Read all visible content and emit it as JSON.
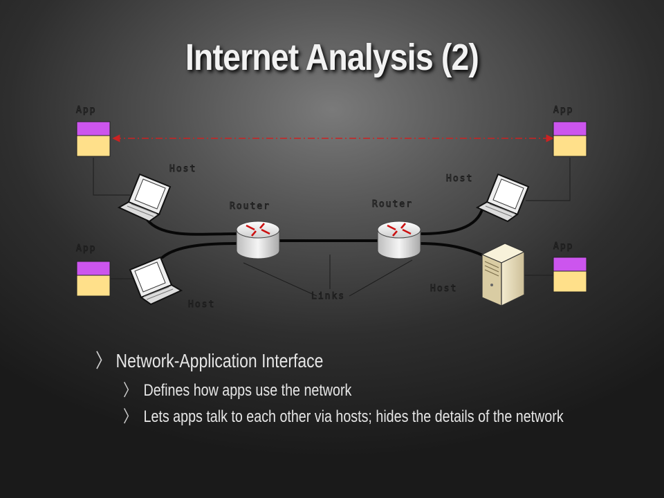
{
  "title": "Internet Analysis (2)",
  "diagram": {
    "labels": {
      "app_top_left": "App",
      "app_top_right": "App",
      "app_bottom_left": "App",
      "app_bottom_right": "App",
      "host_top_left": "Host",
      "host_top_right": "Host",
      "host_bottom_left": "Host",
      "host_bottom_right": "Host",
      "router_left": "Router",
      "router_right": "Router",
      "links": "Links"
    },
    "colors": {
      "app_top": "#cc55ee",
      "app_bottom": "#ffe08a",
      "app_link": "#cc2222"
    }
  },
  "bullets": {
    "main": "Network-Application Interface",
    "subs": [
      "Defines how apps use the network",
      "Lets apps talk to each other via hosts; hides the details of the network"
    ],
    "marker": "〉"
  }
}
